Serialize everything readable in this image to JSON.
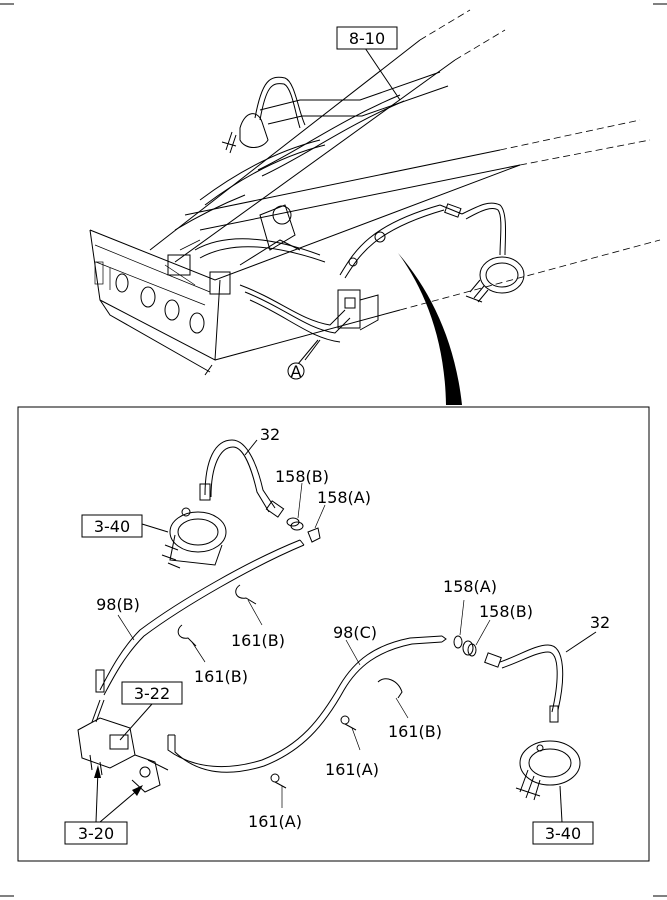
{
  "diagram": {
    "top_callouts": {
      "ref_8_10": "8-10",
      "marker_a": "A"
    },
    "detail_callouts": {
      "ref_3_40_left": "3-40",
      "ref_3_40_right": "3-40",
      "ref_3_22": "3-22",
      "ref_3_20": "3-20",
      "part_32_left": "32",
      "part_32_right": "32",
      "part_158b_left": "158(B)",
      "part_158a_left": "158(A)",
      "part_158a_right": "158(A)",
      "part_158b_right": "158(B)",
      "part_98b": "98(B)",
      "part_98c": "98(C)",
      "part_161b_1": "161(B)",
      "part_161b_2": "161(B)",
      "part_161b_3": "161(B)",
      "part_161a_1": "161(A)",
      "part_161a_2": "161(A)"
    }
  }
}
